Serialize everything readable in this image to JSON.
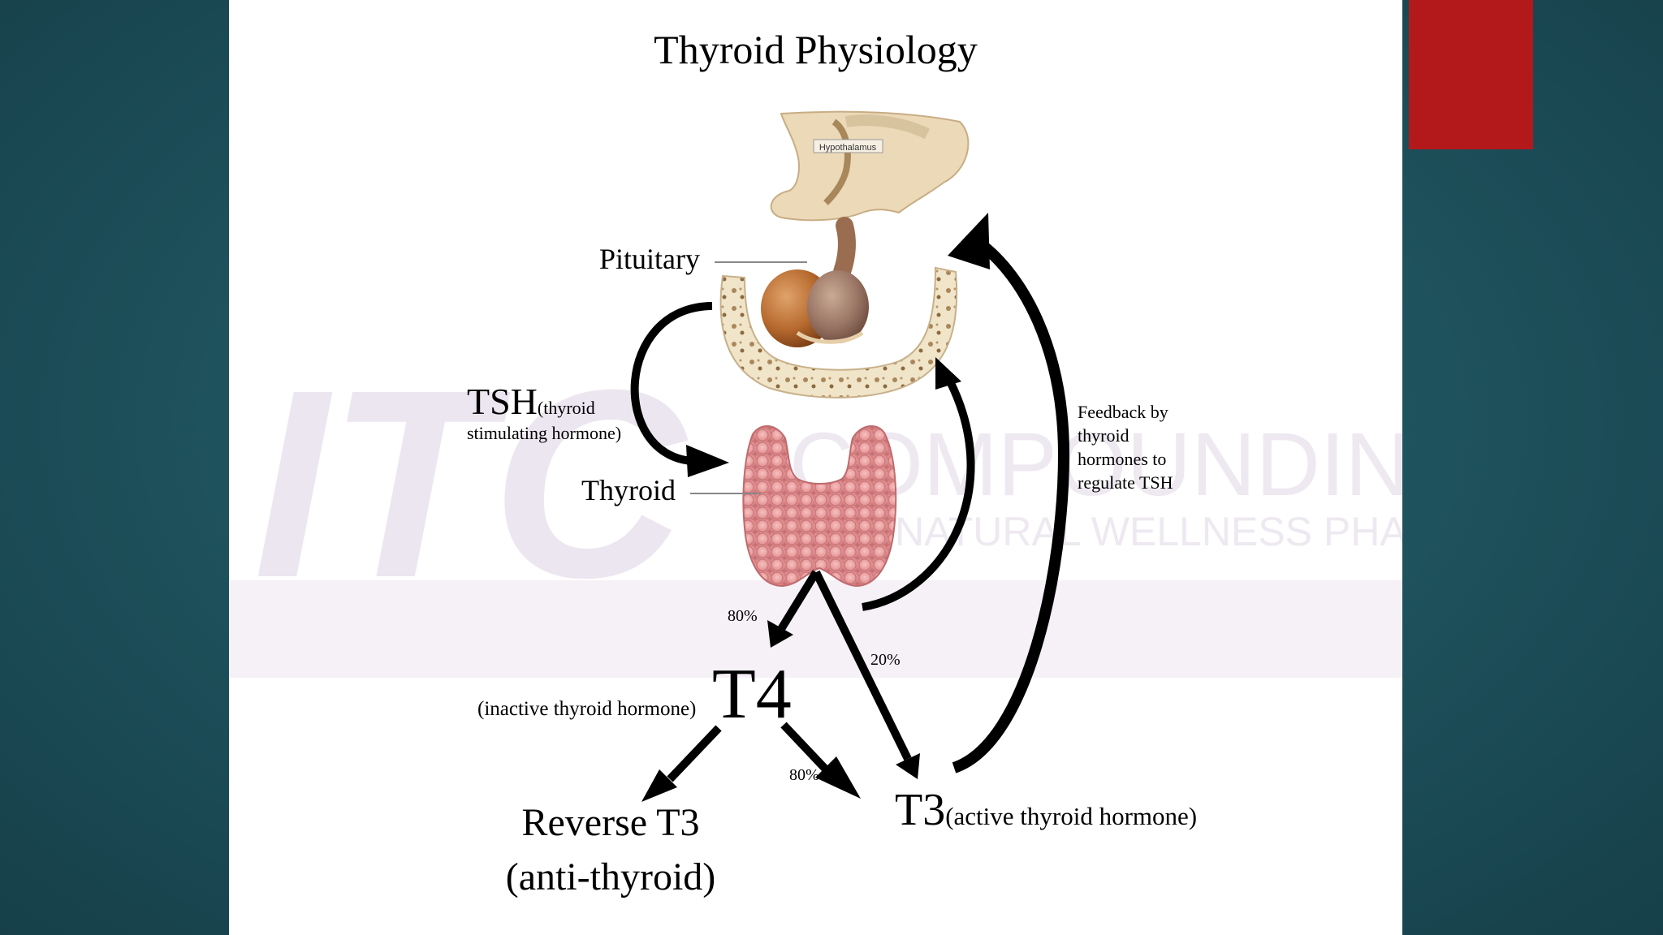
{
  "slide": {
    "title": "Thyroid Physiology",
    "accent_color": "#b3191b",
    "background_color": "#1f5560"
  },
  "diagram": {
    "hypothalamus_label": "Hypothalamus",
    "pituitary_label": "Pituitary",
    "tsh_label": "TSH",
    "tsh_paren": "(thyroid",
    "tsh_desc_line2": "stimulating hormone)",
    "thyroid_label": "Thyroid",
    "feedback_lines": [
      "Feedback by",
      "thyroid",
      "hormones to",
      "regulate TSH"
    ],
    "pct_t4": "80%",
    "pct_t3_direct": "20%",
    "pct_t4_to_t3": "80%",
    "t4_label": "T4",
    "t4_desc": "(inactive thyroid hormone)",
    "t3_label": "T3",
    "t3_desc": "(active thyroid hormone)",
    "reverse_t3_line1": "Reverse T3",
    "reverse_t3_line2": "(anti-thyroid)"
  },
  "watermark": {
    "logo_letters": "ITC",
    "line1": "COMPOUNDING",
    "line2": "NATURAL WELLNESS PHARMACY"
  }
}
